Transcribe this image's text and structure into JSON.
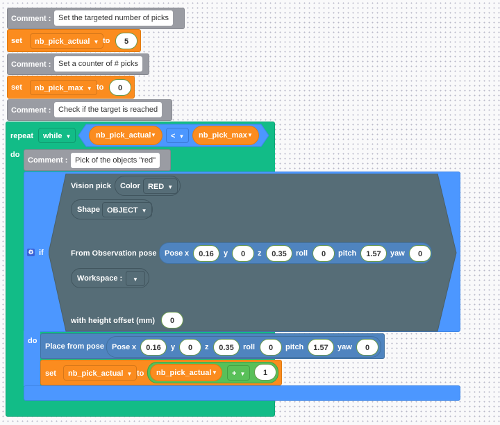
{
  "blocks": {
    "comment1": {
      "label": "Comment :",
      "text": "Set the targeted number of picks"
    },
    "set1": {
      "set_label": "set",
      "variable": "nb_pick_actual",
      "to_label": "to",
      "value": "5"
    },
    "comment2": {
      "label": "Comment :",
      "text": "Set a counter of # picks"
    },
    "set2": {
      "set_label": "set",
      "variable": "nb_pick_max",
      "to_label": "to",
      "value": "0"
    },
    "comment3": {
      "label": "Comment :",
      "text": "Check if the target is reached"
    },
    "repeat": {
      "repeat_label": "repeat",
      "mode": "while",
      "do_label": "do",
      "condition": {
        "left": "nb_pick_actual",
        "operator": "<",
        "right": "nb_pick_max"
      }
    },
    "comment4": {
      "label": "Comment :",
      "text": "Pick of the objects \"red\""
    },
    "if_block": {
      "if_label": "if",
      "do_label": "do",
      "vision_pick": {
        "label": "Vision pick",
        "color_label": "Color",
        "color_value": "RED",
        "shape_label": "Shape",
        "shape_value": "OBJECT",
        "observation_label": "From Observation pose",
        "pose": {
          "label": "Pose",
          "x_label": "x",
          "x": "0.16",
          "y_label": "y",
          "y": "0",
          "z_label": "z",
          "z": "0.35",
          "roll_label": "roll",
          "roll": "0",
          "pitch_label": "pitch",
          "pitch": "1.57",
          "yaw_label": "yaw",
          "yaw": "0"
        },
        "workspace_label": "Workspace :",
        "workspace_value": "",
        "height_offset_label": "with height offset (mm)",
        "height_offset": "0"
      }
    },
    "place": {
      "label": "Place from pose",
      "pose": {
        "label": "Pose",
        "x_label": "x",
        "x": "0.16",
        "y_label": "y",
        "y": "0",
        "z_label": "z",
        "z": "0.35",
        "roll_label": "roll",
        "roll": "0",
        "pitch_label": "pitch",
        "pitch": "1.57",
        "yaw_label": "yaw",
        "yaw": "0"
      }
    },
    "set3": {
      "set_label": "set",
      "variable": "nb_pick_actual",
      "to_label": "to",
      "expr_var": "nb_pick_actual",
      "expr_op": "+",
      "expr_value": "1"
    }
  }
}
